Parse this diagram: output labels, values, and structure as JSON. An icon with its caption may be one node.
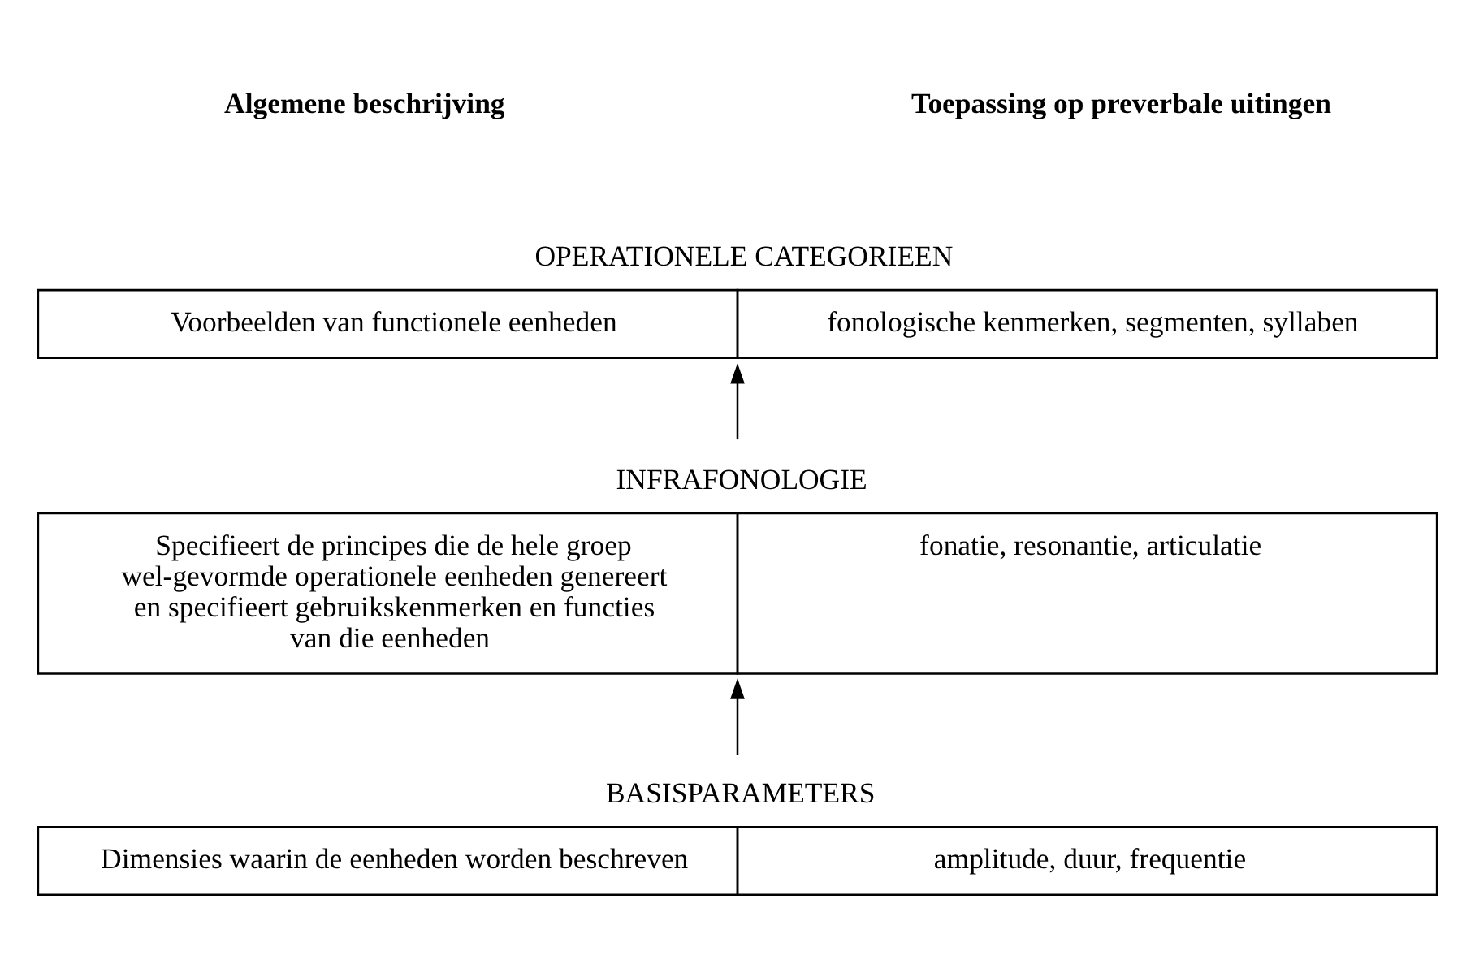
{
  "diagram": {
    "nodes": [
      {
        "text": [
          "OPERATIONELE CATEGORIEEN",
          "Voorbeelden van functionele eenheden",
          "fonologische kenmerken, segmenten, syllaben"
        ]
      },
      {
        "text": [
          "INFRAFONOLOGIE",
          "Specifieert de principes die de hele groep wel-gevormde operationele eenheden genereert en specifieert gebruikskenmerken en functies van die eenheden",
          "fonatie, resonantie, articulatie"
        ]
      },
      {
        "text": [
          "BASISPARAMETERS",
          "Dimensies waarin de eenheden worden beschreven",
          "amplitude, duur, frequentie"
        ]
      }
    ],
    "edges": [
      {
        "from": 2,
        "to": 1,
        "arrow": "to"
      },
      {
        "from": 1,
        "to": 0,
        "arrow": "to"
      }
    ],
    "labels": [
      "Algemene beschrijving",
      "Toepassing op preverbale uitingen"
    ]
  }
}
